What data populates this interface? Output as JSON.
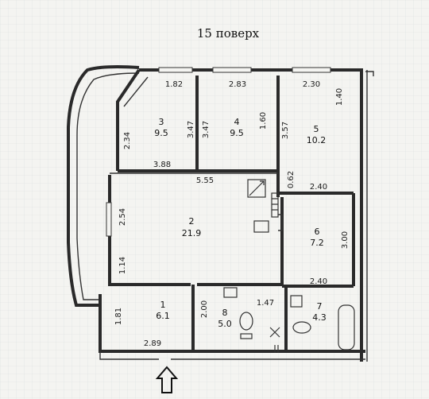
{
  "floor_label": "15 поверх",
  "rooms": [
    {
      "number": "1",
      "area": "6.1"
    },
    {
      "number": "2",
      "area": "21.9"
    },
    {
      "number": "3",
      "area": "9.5"
    },
    {
      "number": "4",
      "area": "9.5"
    },
    {
      "number": "5",
      "area": "10.2"
    },
    {
      "number": "6",
      "area": "7.2"
    },
    {
      "number": "7",
      "area": "4.3"
    },
    {
      "number": "8",
      "area": "5.0"
    }
  ],
  "dimensions": {
    "top_room3": "1.82",
    "top_room4": "2.83",
    "top_room5": "2.30",
    "room5_right": "1.40",
    "room3_left": "2.34",
    "room3_right": "3.47",
    "room4_left": "3.47",
    "room4_right": "1.60",
    "room5_left": "3.57",
    "room3_bottom": "3.88",
    "room2_top": "5.55",
    "closet_height": "0.62",
    "room6_top": "2.40",
    "room2_left": "2.54",
    "room6_right": "3.00",
    "room2_left_lower": "1.14",
    "room6_bottom": "2.40",
    "room1_left": "1.81",
    "room1_right": "2.00",
    "room8_top": "1.47",
    "room1_bottom": "2.89"
  },
  "entrance_arrow_icon": "up-arrow-outline-icon"
}
